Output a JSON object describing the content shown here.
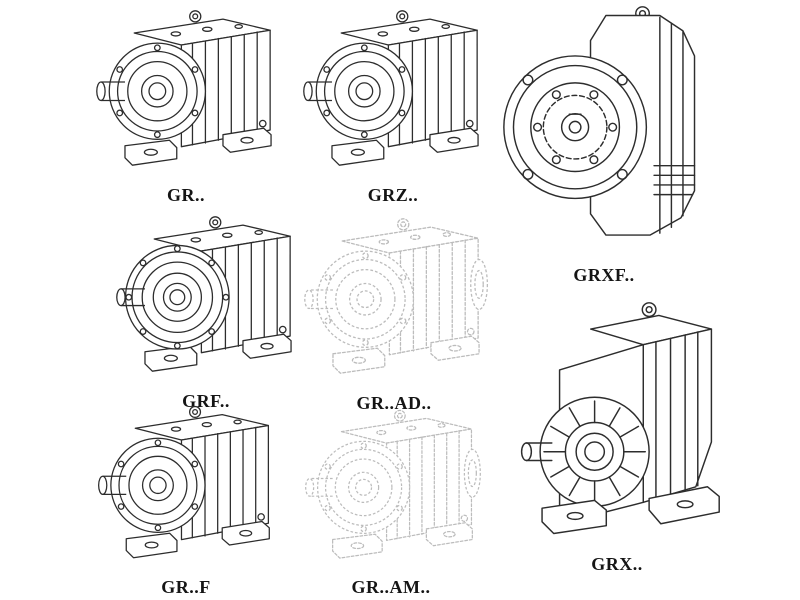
{
  "page": {
    "background": "#ffffff",
    "line_color": "#2d2d2d",
    "phantom_line_color": "#bcbcbc"
  },
  "figures": [
    {
      "id": "gr",
      "label": "GR..",
      "line_style": "solid",
      "drawing": "gear-reducer-foot-mounted"
    },
    {
      "id": "grz",
      "label": "GRZ..",
      "line_style": "solid",
      "drawing": "gear-reducer-foot-mounted"
    },
    {
      "id": "grxf",
      "label": "GRXF..",
      "line_style": "solid",
      "drawing": "gear-reducer-flange-front-view"
    },
    {
      "id": "grf",
      "label": "GRF..",
      "line_style": "solid",
      "drawing": "gear-reducer-flange-mounted"
    },
    {
      "id": "grad",
      "label": "GR..AD..",
      "line_style": "phantom",
      "drawing": "gear-reducer-with-input-adapter"
    },
    {
      "id": "grff",
      "label": "GR..F",
      "line_style": "solid",
      "drawing": "gear-reducer-foot-mounted"
    },
    {
      "id": "gram",
      "label": "GR..AM..",
      "line_style": "phantom",
      "drawing": "gear-reducer-with-motor-adapter"
    },
    {
      "id": "grx",
      "label": "GRX..",
      "line_style": "solid",
      "drawing": "gear-reducer-foot-mounted-large"
    }
  ]
}
